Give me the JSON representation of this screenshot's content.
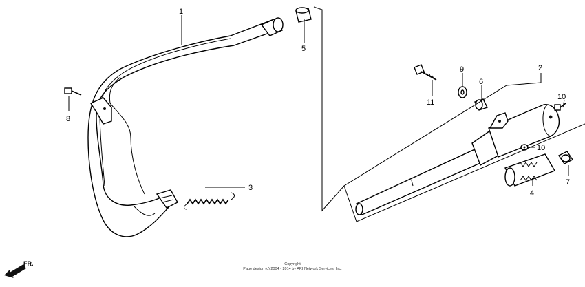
{
  "callouts": {
    "c1": "1",
    "c2": "2",
    "c3": "3",
    "c4": "4",
    "c5": "5",
    "c6": "6",
    "c7": "7",
    "c8": "8",
    "c9": "9",
    "c10a": "10",
    "c10b": "10",
    "c11": "11"
  },
  "direction": {
    "label": "FR."
  },
  "copyright": {
    "line1": "Copyright",
    "line2": "Page design (c) 2004 - 2014 by ARI Network Services, Inc."
  }
}
